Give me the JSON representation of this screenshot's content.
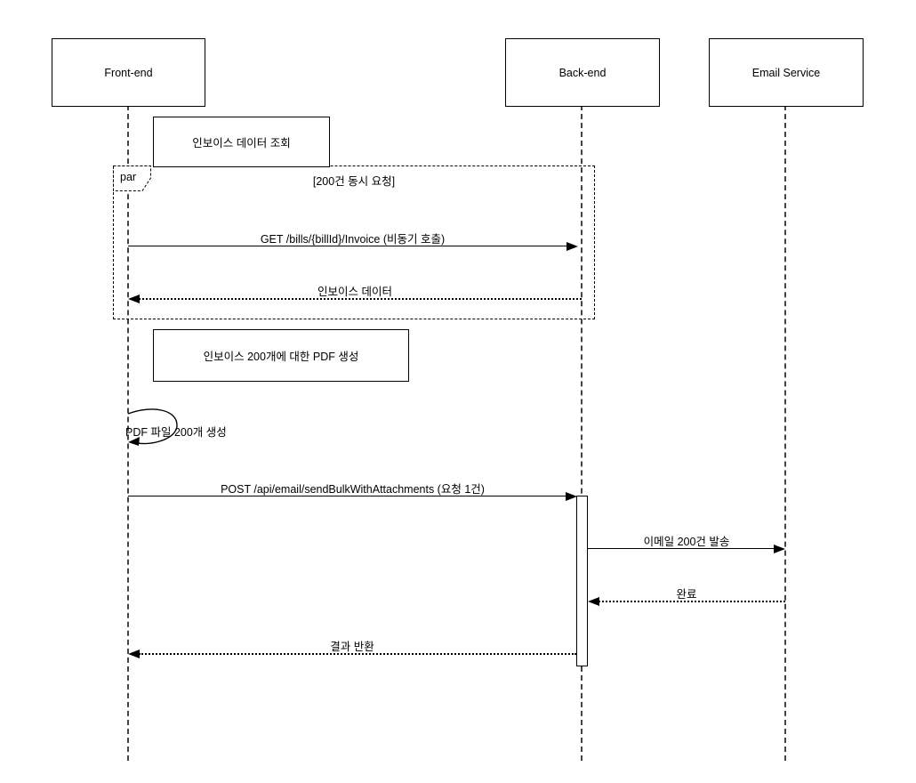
{
  "diagram": {
    "type": "uml-sequence",
    "colors": {
      "stroke": "#000000",
      "background": "#ffffff",
      "lifeline": "#444444"
    },
    "participants": [
      {
        "id": "frontend",
        "label": "Front-end"
      },
      {
        "id": "backend",
        "label": "Back-end"
      },
      {
        "id": "email-service",
        "label": "Email Service"
      }
    ],
    "notes": [
      {
        "text": "인보이스 데이터 조회"
      },
      {
        "text": "인보이스 200개에 대한 PDF 생성"
      }
    ],
    "fragment": {
      "operator": "par",
      "guard": "[200건 동시 요청]"
    },
    "messages": [
      {
        "label": "GET /bills/{billId}/Invoice (비동기 호출)",
        "type": "solid",
        "from": "frontend",
        "to": "backend"
      },
      {
        "label": "인보이스 데이터",
        "type": "dashed-return",
        "from": "backend",
        "to": "frontend"
      },
      {
        "label": "PDF 파일 200개 생성",
        "type": "self",
        "from": "frontend",
        "to": "frontend"
      },
      {
        "label": "POST /api/email/sendBulkWithAttachments (요청 1건)",
        "type": "solid",
        "from": "frontend",
        "to": "backend"
      },
      {
        "label": "이메일 200건 발송",
        "type": "solid",
        "from": "backend",
        "to": "email-service"
      },
      {
        "label": "완료",
        "type": "dashed-return",
        "from": "email-service",
        "to": "backend"
      },
      {
        "label": "결과 반환",
        "type": "dashed-return",
        "from": "backend",
        "to": "frontend"
      }
    ]
  }
}
